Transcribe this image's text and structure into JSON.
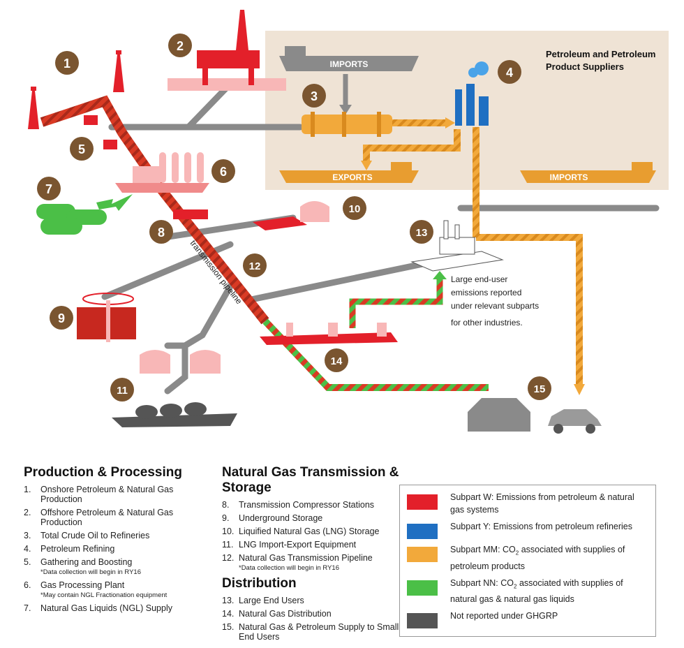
{
  "diagram": {
    "callouts": [
      "1",
      "2",
      "3",
      "4",
      "5",
      "6",
      "7",
      "8",
      "9",
      "10",
      "11",
      "12",
      "13",
      "14",
      "15"
    ],
    "boxes": {
      "supplier_title_line1": "Petroleum and Petroleum",
      "supplier_title_line2": "Product Suppliers"
    },
    "ship_labels": {
      "imports_top": "IMPORTS",
      "exports": "EXPORTS",
      "imports_right": "IMPORTS"
    },
    "pipeline_label": "transmission pipeline",
    "end_user_note": [
      "Large end-user",
      "emissions reported",
      "under relevant subparts",
      "for other industries."
    ]
  },
  "colors": {
    "subpart_w": "#e3202a",
    "subpart_y": "#1f6fc2",
    "subpart_mm": "#f2a93b",
    "subpart_nn": "#4bbf47",
    "not_reported": "#555555",
    "callout_circle": "#7a5530",
    "supplier_box": "#efe3d5"
  },
  "legend": {
    "production": {
      "title": "Production & Processing",
      "items": [
        {
          "num": "1.",
          "text": "Onshore Petroleum & Natural Gas Production",
          "note": ""
        },
        {
          "num": "2.",
          "text": "Offshore Petroleum & Natural Gas Production",
          "note": ""
        },
        {
          "num": "3.",
          "text": "Total Crude Oil to Refineries",
          "note": ""
        },
        {
          "num": "4.",
          "text": "Petroleum Refining",
          "note": ""
        },
        {
          "num": "5.",
          "text": "Gathering and Boosting",
          "note": "*Data collection will begin in RY16"
        },
        {
          "num": "6.",
          "text": "Gas Processing Plant",
          "note": "*May contain NGL Fractionation equipment"
        },
        {
          "num": "7.",
          "text": "Natural Gas Liquids (NGL) Supply",
          "note": ""
        }
      ]
    },
    "transmission": {
      "title": "Natural Gas Transmission & Storage",
      "items": [
        {
          "num": "8.",
          "text": "Transmission Compressor Stations",
          "note": ""
        },
        {
          "num": "9.",
          "text": "Underground Storage",
          "note": ""
        },
        {
          "num": "10.",
          "text": "Liquified Natural Gas (LNG) Storage",
          "note": ""
        },
        {
          "num": "11.",
          "text": "LNG Import-Export Equipment",
          "note": ""
        },
        {
          "num": "12.",
          "text": "Natural Gas Transmission Pipeline",
          "note": "*Data collection will begin in RY16"
        }
      ]
    },
    "distribution": {
      "title": "Distribution",
      "items": [
        {
          "num": "13.",
          "text": "Large End Users",
          "note": ""
        },
        {
          "num": "14.",
          "text": "Natural Gas Distribution",
          "note": ""
        },
        {
          "num": "15.",
          "text": "Natural Gas & Petroleum Supply to Small End Users",
          "note": ""
        }
      ]
    },
    "key": [
      {
        "label_pre": "Subpart W: Emissions from petroleum & natural gas systems",
        "sub": "",
        "label_post": "",
        "color_key": "subpart_w"
      },
      {
        "label_pre": "Subpart Y: Emissions from petroleum refineries",
        "sub": "",
        "label_post": "",
        "color_key": "subpart_y"
      },
      {
        "label_pre": "Subpart MM: CO",
        "sub": "2",
        "label_post": " associated with supplies of petroleum products",
        "color_key": "subpart_mm"
      },
      {
        "label_pre": "Subpart NN: CO",
        "sub": "2",
        "label_post": " associated with supplies of natural gas & natural gas liquids",
        "color_key": "subpart_nn"
      },
      {
        "label_pre": "Not reported under GHGRP",
        "sub": "",
        "label_post": "",
        "color_key": "not_reported"
      }
    ]
  }
}
